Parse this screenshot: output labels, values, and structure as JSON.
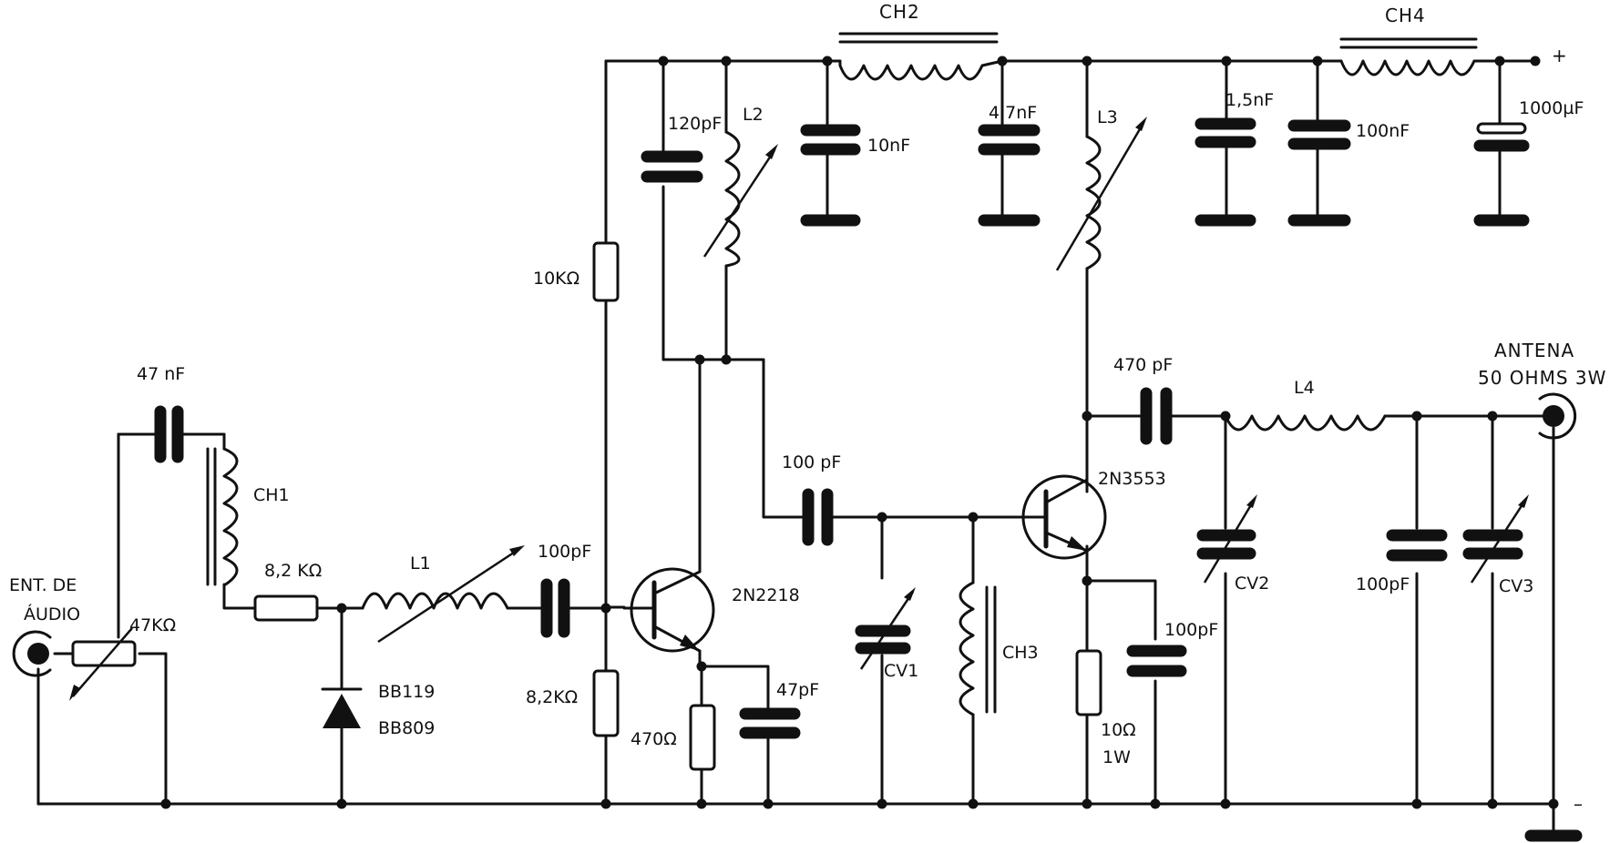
{
  "labels": {
    "ch2": "CH2",
    "ch4": "CH4",
    "plus": "+",
    "minus": "–",
    "c_120pf": "120pF",
    "l2": "L2",
    "c_10nf": "10nF",
    "c_4_7nf": "4,7nF",
    "l3": "L3",
    "c_1_5nf": "1,5nF",
    "c_100nf": "100nF",
    "c_1000uf": "1000µF",
    "r_10k": "10KΩ",
    "antenna": "ANTENA",
    "antenna_spec": "50 OHMS 3W",
    "c_470pf": "470 pF",
    "l4": "L4",
    "c_47nf": "47 nF",
    "ch1": "CH1",
    "c_100pf_mid": "100 pF",
    "t_2n3553": "2N3553",
    "input_line1": "ENT. DE",
    "input_line2": "ÁUDIO",
    "r_8_2k_series": "8,2 KΩ",
    "l1": "L1",
    "c_100pf_base": "100pF",
    "t_2n2218": "2N2218",
    "cv2": "CV2",
    "c_100pf_out": "100pF",
    "cv3": "CV3",
    "pot_47k": "47KΩ",
    "ch3": "CH3",
    "c_100pf_emitter": "100pF",
    "cv1": "CV1",
    "diode_line1": "BB119",
    "diode_line2": "BB809",
    "r_8_2k_bias": "8,2KΩ",
    "r_470": "470Ω",
    "c_47pf": "47pF",
    "r_10ohm_line1": "10Ω",
    "r_10ohm_line2": "1W"
  }
}
